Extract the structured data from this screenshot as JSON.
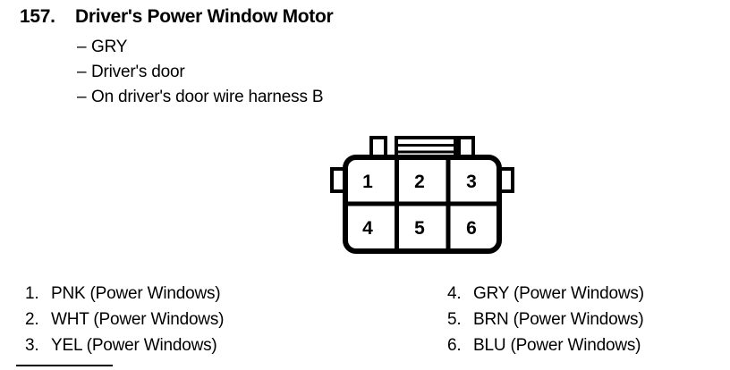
{
  "header": {
    "number": "157.",
    "title": "Driver's Power Window Motor",
    "notes": [
      "GRY",
      "Driver's door",
      "On driver's door wire harness B"
    ],
    "dash": "–"
  },
  "connector": {
    "name": "6-pin-connector",
    "pin_count": 6,
    "rows": 2,
    "columns": 3,
    "pins_top": [
      "1",
      "2",
      "3"
    ],
    "pins_bottom": [
      "4",
      "5",
      "6"
    ],
    "features": [
      "left-ear",
      "right-ear",
      "left-tab",
      "right-tab",
      "center-latch"
    ],
    "line_color": "#000000",
    "fill_color": "#ffffff"
  },
  "legend": {
    "left": [
      {
        "num": "1.",
        "text": "PNK (Power Windows)"
      },
      {
        "num": "2.",
        "text": "WHT (Power Windows)"
      },
      {
        "num": "3.",
        "text": "YEL (Power Windows)"
      }
    ],
    "right": [
      {
        "num": "4.",
        "text": "GRY (Power Windows)"
      },
      {
        "num": "5.",
        "text": "BRN (Power Windows)"
      },
      {
        "num": "6.",
        "text": "BLU (Power Windows)"
      }
    ]
  }
}
